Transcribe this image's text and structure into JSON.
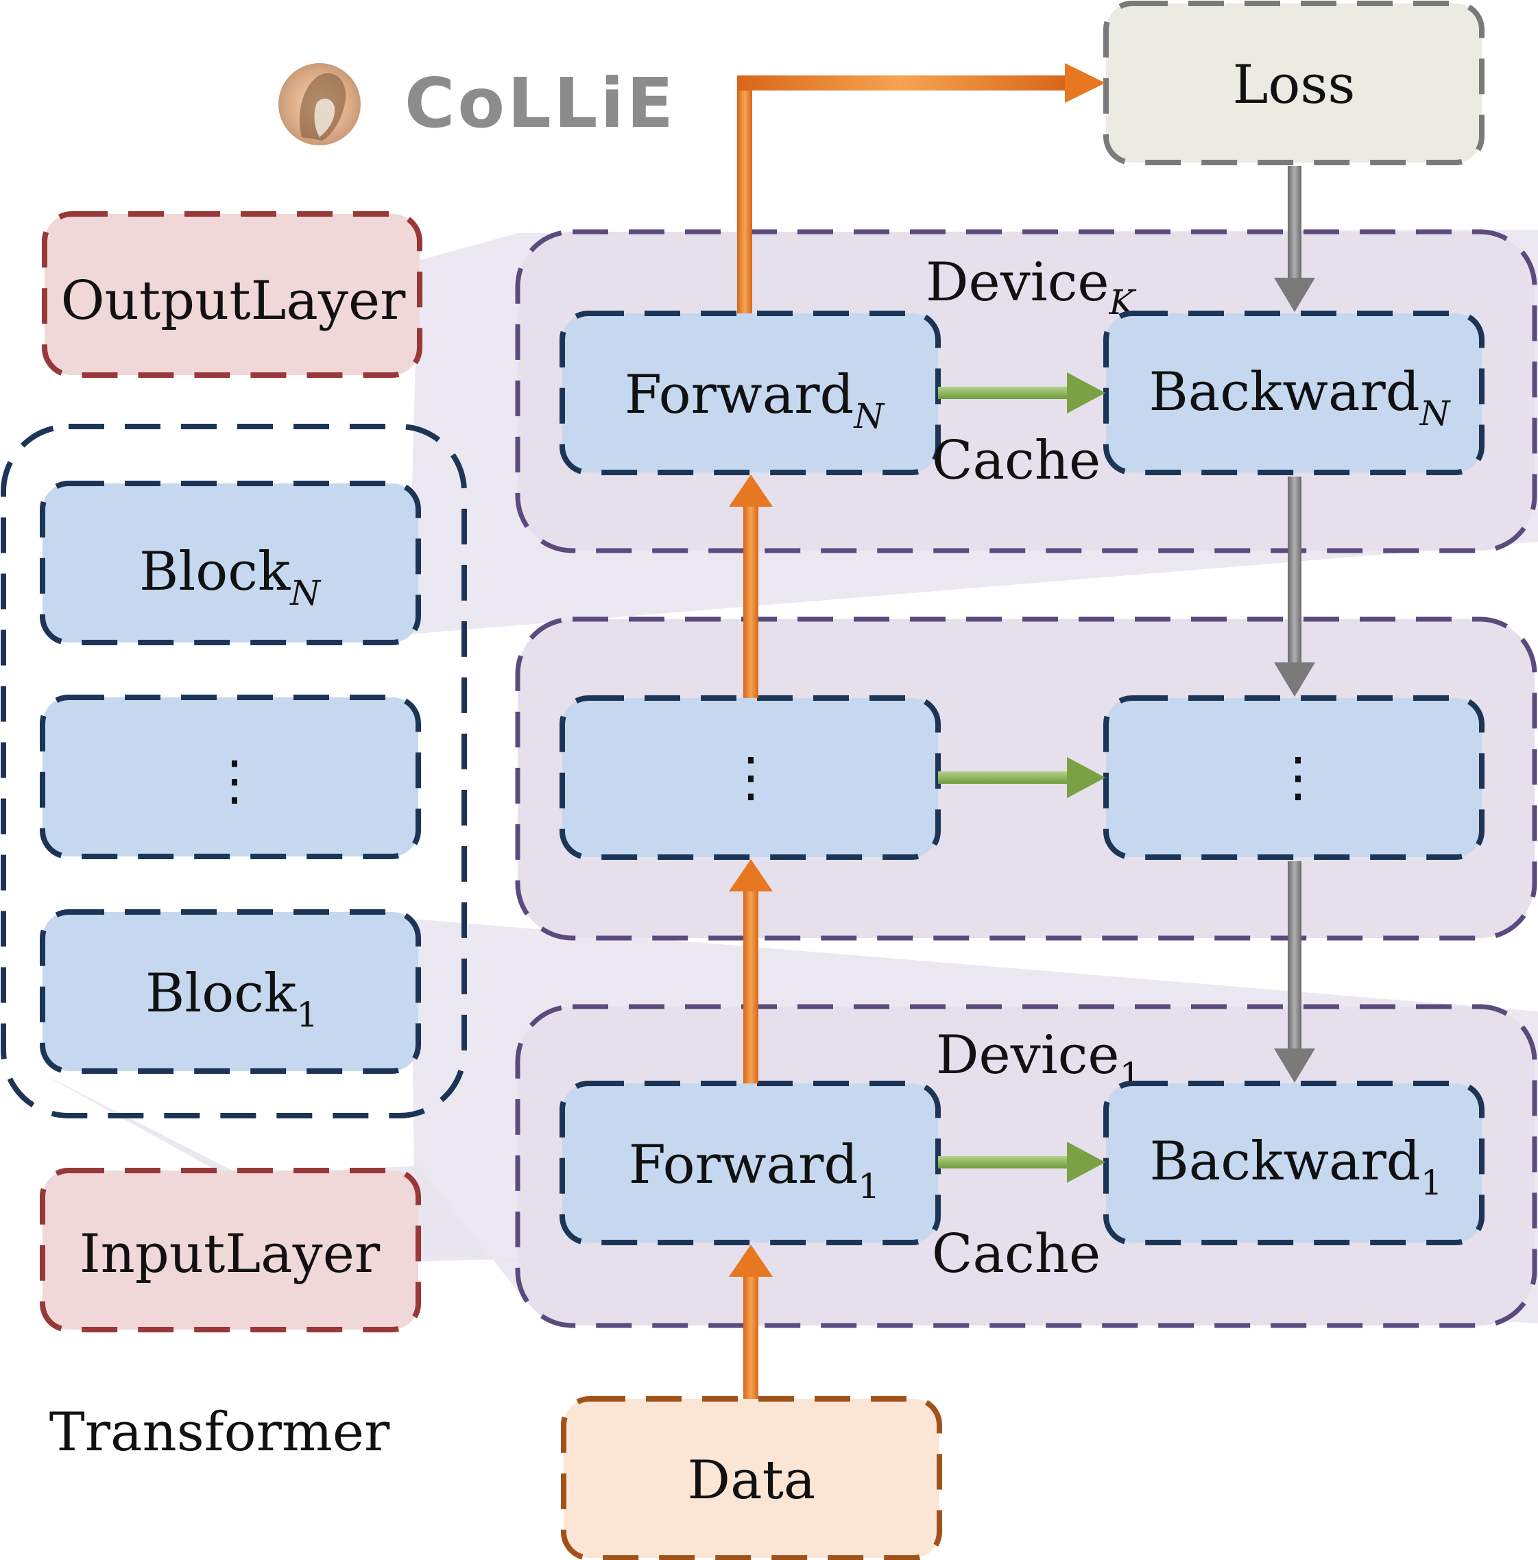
{
  "logo": {
    "text": "CoLLiE",
    "icon": "collie-dog-icon"
  },
  "transformer": {
    "caption": "Transformer",
    "output_layer": "OutputLayer",
    "input_layer": "InputLayer",
    "block_top": {
      "base": "Block",
      "sub": "N"
    },
    "block_mid": "⋮",
    "block_bottom": {
      "base": "Block",
      "sub": "1"
    }
  },
  "devices": {
    "top": {
      "base": "Device",
      "sub": "K"
    },
    "bottom": {
      "base": "Device",
      "sub": "1"
    }
  },
  "nodes": {
    "forward_top": {
      "base": "Forward",
      "sub": "N"
    },
    "backward_top": {
      "base": "Backward",
      "sub": "N"
    },
    "forward_mid": "⋮",
    "backward_mid": "⋮",
    "forward_bottom": {
      "base": "Forward",
      "sub": "1"
    },
    "backward_bottom": {
      "base": "Backward",
      "sub": "1"
    },
    "loss": "Loss",
    "data": "Data"
  },
  "cache_labels": {
    "top": "Cache",
    "bottom": "Cache"
  },
  "colors": {
    "block_fill": "#c5d8ef",
    "block_stroke": "#1c3557",
    "device_fill": "#e5e0eb",
    "device_stroke": "#5b4a7d",
    "layer_fill": "#f0d8d8",
    "layer_stroke": "#983838",
    "loss_fill": "#ecebe1",
    "loss_stroke": "#7a7a7a",
    "data_fill": "#fbe5d5",
    "data_stroke": "#a0521a",
    "forward_arrow": "#e87722",
    "backward_arrow": "#808080",
    "cache_arrow": "#86ab52",
    "projection_fill": "#e8e4ef"
  }
}
